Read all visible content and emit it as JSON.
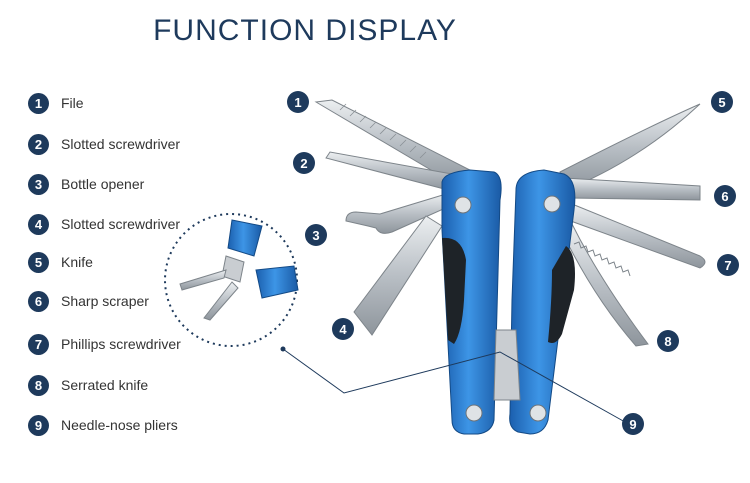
{
  "title": "FUNCTION DISPLAY",
  "legend": [
    {
      "num": "1",
      "label": "File"
    },
    {
      "num": "2",
      "label": "Slotted screwdriver"
    },
    {
      "num": "3",
      "label": "Bottle opener"
    },
    {
      "num": "4",
      "label": "Slotted screwdriver"
    },
    {
      "num": "5",
      "label": "Knife"
    },
    {
      "num": "6",
      "label": "Sharp scraper"
    },
    {
      "num": "7",
      "label": "Phillips screwdriver"
    },
    {
      "num": "8",
      "label": "Serrated knife"
    },
    {
      "num": "9",
      "label": "Needle-nose pliers"
    }
  ],
  "callouts": [
    "1",
    "2",
    "3",
    "4",
    "5",
    "6",
    "7",
    "8",
    "9"
  ],
  "colors": {
    "accent": "#1e3a5c",
    "handle": "#2f7fd0",
    "steel": "#c8cdd2"
  },
  "icons": {
    "badge": "numbered-circle",
    "product": "multi-tool-illustration",
    "inset": "pliers-inset-illustration"
  }
}
